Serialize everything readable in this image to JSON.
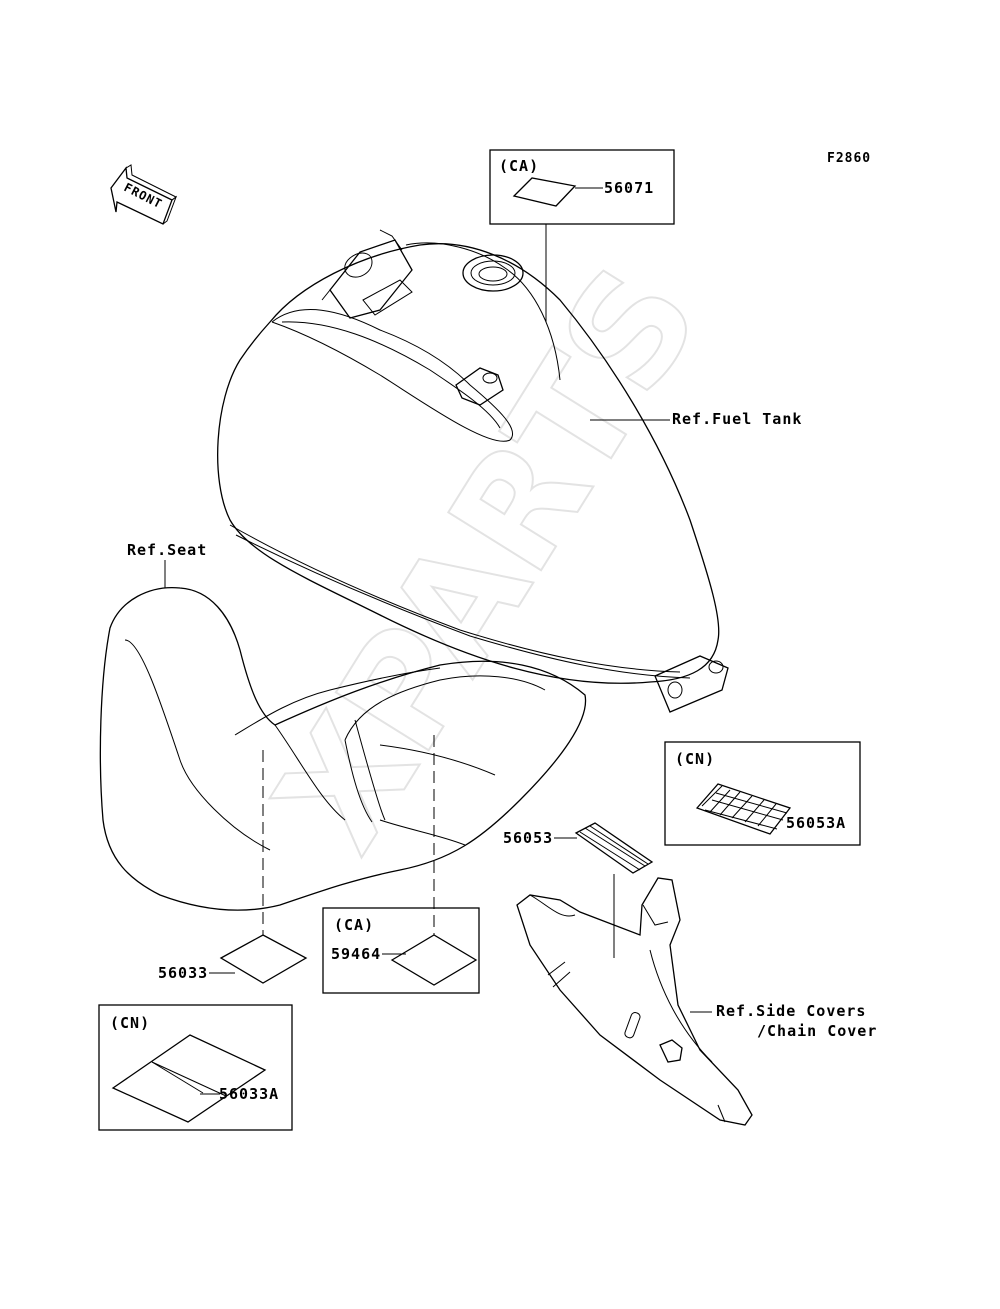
{
  "figure_code": "F2860",
  "front_arrow": "FRONT",
  "watermark": "XPARTS",
  "refs": {
    "fuel_tank": "Ref.Fuel Tank",
    "seat": "Ref.Seat",
    "side_covers_1": "Ref.Side Covers",
    "side_covers_2": "/Chain Cover"
  },
  "boxes": {
    "ca_top": "(CA)",
    "cn_right": "(CN)",
    "ca_bottom": "(CA)",
    "cn_left": "(CN)"
  },
  "parts": {
    "p56071": "56071",
    "p56053A": "56053A",
    "p56053": "56053",
    "p59464": "59464",
    "p56033": "56033",
    "p56033A": "56033A"
  }
}
